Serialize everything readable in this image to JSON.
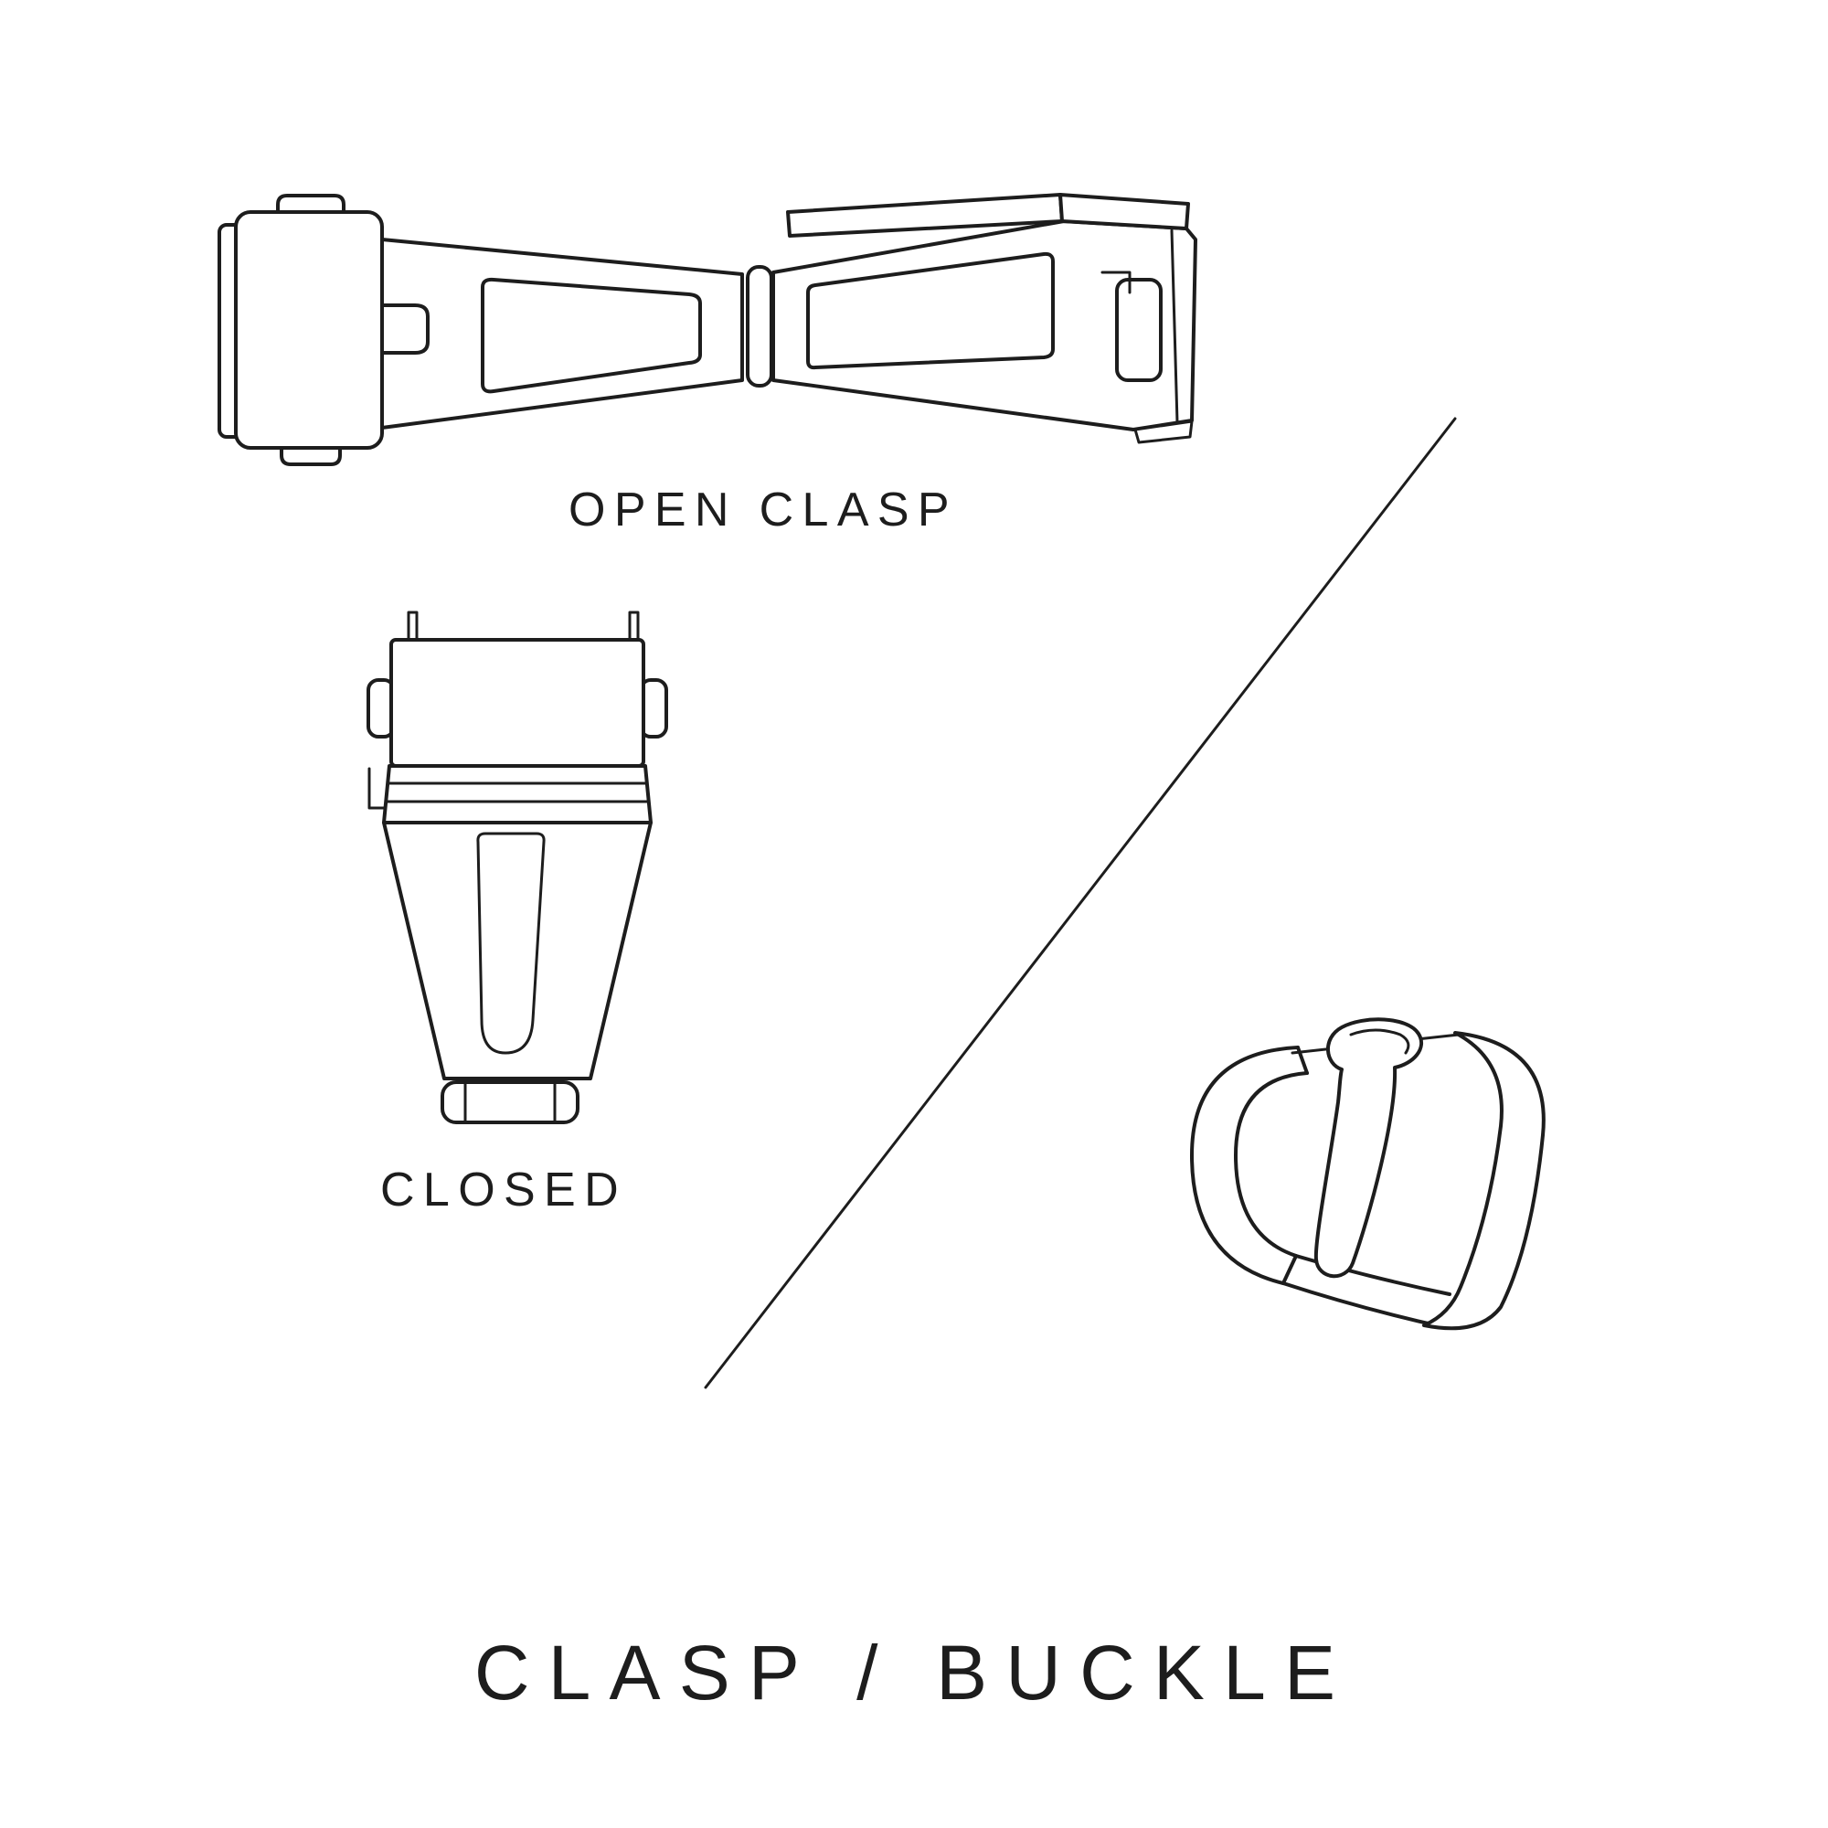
{
  "page": {
    "background_color": "#ffffff",
    "line_color": "#1d1d1d"
  },
  "labels": {
    "open_clasp": "OPEN CLASP",
    "closed": "CLOSED",
    "title": "CLASP / BUCKLE"
  },
  "illustrations": [
    {
      "name": "open-clasp",
      "caption": "OPEN CLASP"
    },
    {
      "name": "closed-clasp",
      "caption": "CLOSED"
    },
    {
      "name": "tang-buckle",
      "caption": ""
    }
  ]
}
